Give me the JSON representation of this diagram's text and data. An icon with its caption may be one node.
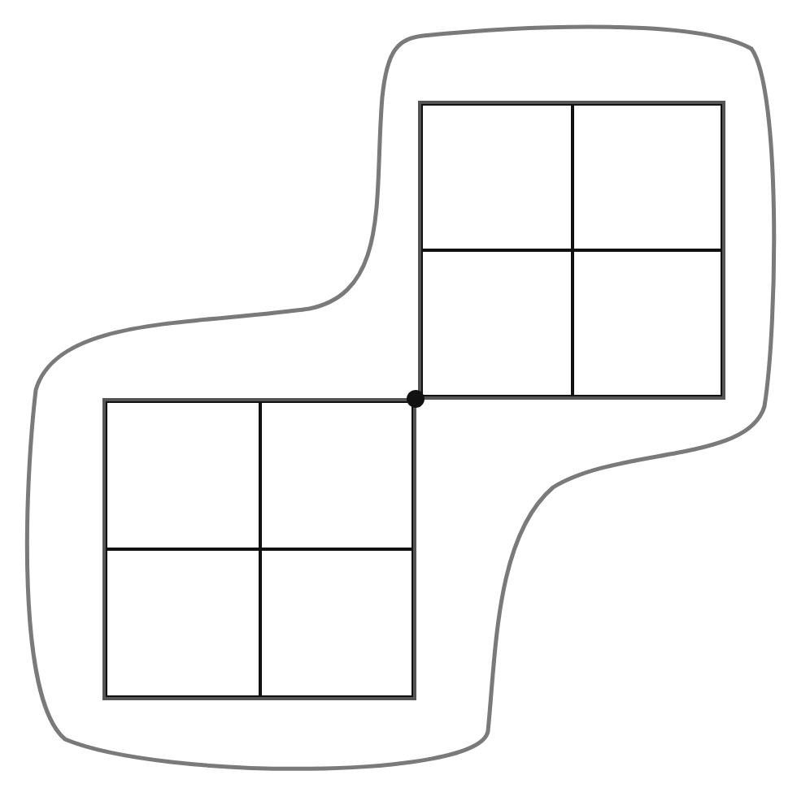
{
  "diagram": {
    "nodes": [
      {
        "text": [],
        "shape": "blob"
      },
      {
        "text": [],
        "shape": "box",
        "in": 0
      },
      {
        "text": [],
        "shape": "box",
        "in": 1
      },
      {
        "text": [],
        "shape": "box",
        "in": 1
      },
      {
        "text": [],
        "shape": "box",
        "in": 1
      },
      {
        "text": [],
        "shape": "box",
        "in": 1
      },
      {
        "text": [],
        "shape": "box",
        "in": 0
      },
      {
        "text": [],
        "shape": "box",
        "in": 6
      },
      {
        "text": [],
        "shape": "box",
        "in": 6
      },
      {
        "text": [],
        "shape": "box",
        "in": 6
      },
      {
        "text": [],
        "shape": "box",
        "in": 6
      },
      {
        "text": [],
        "shape": "circle",
        "in": 0
      }
    ]
  }
}
